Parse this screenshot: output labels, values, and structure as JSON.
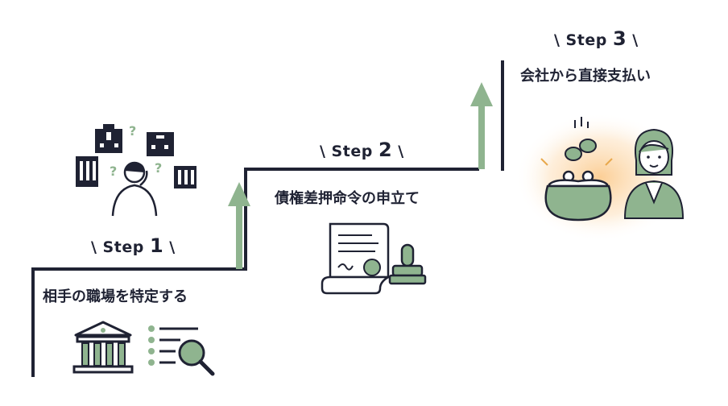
{
  "steps": [
    {
      "prefix": "\\ Step ",
      "number": "1",
      "suffix": " \\",
      "title": "相手の職場を特定する"
    },
    {
      "prefix": "\\ Step ",
      "number": "2",
      "suffix": " \\",
      "title": "債権差押命令の申立て"
    },
    {
      "prefix": "\\ Step ",
      "number": "3",
      "suffix": " \\",
      "title": "会社から直接支払い"
    }
  ],
  "colors": {
    "line": "#1f2233",
    "accent": "#8fb48f",
    "glow": "#fbd9a8"
  },
  "icons": [
    "buildings-question-icon",
    "person-thinking-icon",
    "courthouse-icon",
    "search-list-icon",
    "document-seal-icon",
    "stamp-icon",
    "purse-coins-icon",
    "woman-icon"
  ]
}
